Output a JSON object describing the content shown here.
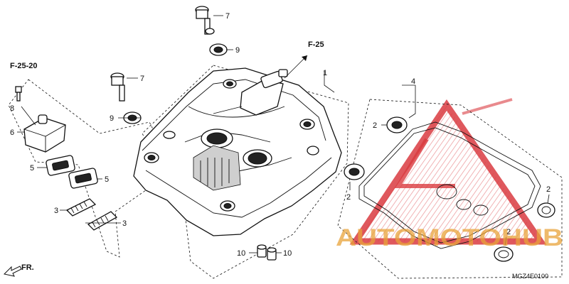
{
  "references": {
    "frame_top": "F-25",
    "frame_left": "F-25-20"
  },
  "part_labels": {
    "p1": "1",
    "p2a": "2",
    "p2b": "2",
    "p2c": "2",
    "p2d": "2",
    "p3a": "3",
    "p3b": "3",
    "p4": "4",
    "p5a": "5",
    "p5b": "5",
    "p6": "6",
    "p7a": "7",
    "p7b": "7",
    "p8": "8",
    "p9a": "9",
    "p9b": "9",
    "p10a": "10",
    "p10b": "10"
  },
  "direction": "FR.",
  "watermark": {
    "brand": "AUTOMOTOHUB",
    "color_red": "#d6262b",
    "color_gold": "#e8a33a"
  },
  "diagram_code": "MGZ4E0100"
}
